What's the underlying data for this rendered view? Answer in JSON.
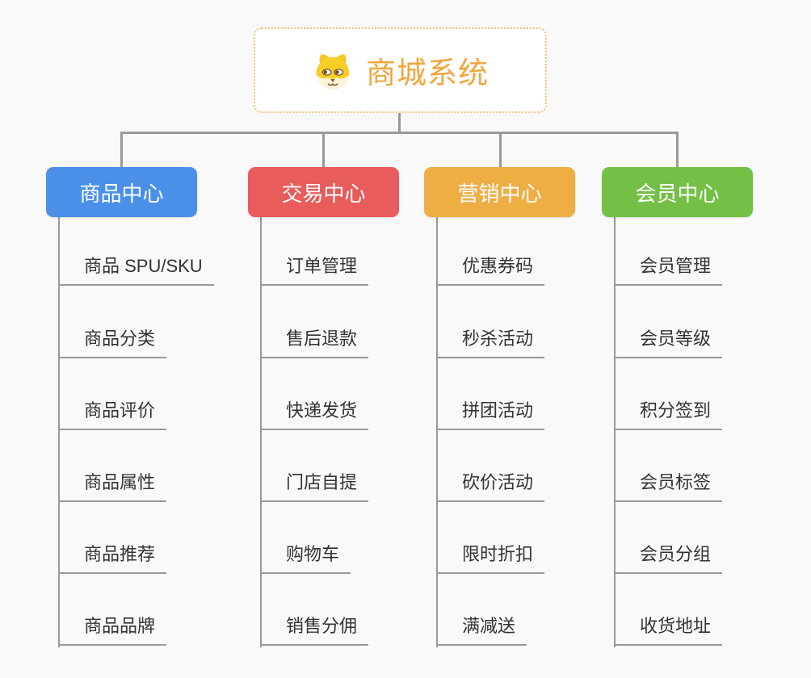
{
  "root": {
    "title": "商城系统",
    "icon": "dog-face-icon"
  },
  "branches": [
    {
      "label": "商品中心",
      "color": "#4b90e8",
      "items": [
        "商品 SPU/SKU",
        "商品分类",
        "商品评价",
        "商品属性",
        "商品推荐",
        "商品品牌"
      ]
    },
    {
      "label": "交易中心",
      "color": "#e85c5c",
      "items": [
        "订单管理",
        "售后退款",
        "快递发货",
        "门店自提",
        "购物车",
        "销售分佣"
      ]
    },
    {
      "label": "营销中心",
      "color": "#eeae44",
      "items": [
        "优惠券码",
        "秒杀活动",
        "拼团活动",
        "砍价活动",
        "限时折扣",
        "满减送"
      ]
    },
    {
      "label": "会员中心",
      "color": "#74c046",
      "items": [
        "会员管理",
        "会员等级",
        "积分签到",
        "会员标签",
        "会员分组",
        "收货地址"
      ]
    }
  ],
  "colors": {
    "background": "#f9f9f9",
    "connector": "#999999",
    "leaf_text": "#333333",
    "root_title": "#f0a63e",
    "root_border": "#f5c272"
  }
}
